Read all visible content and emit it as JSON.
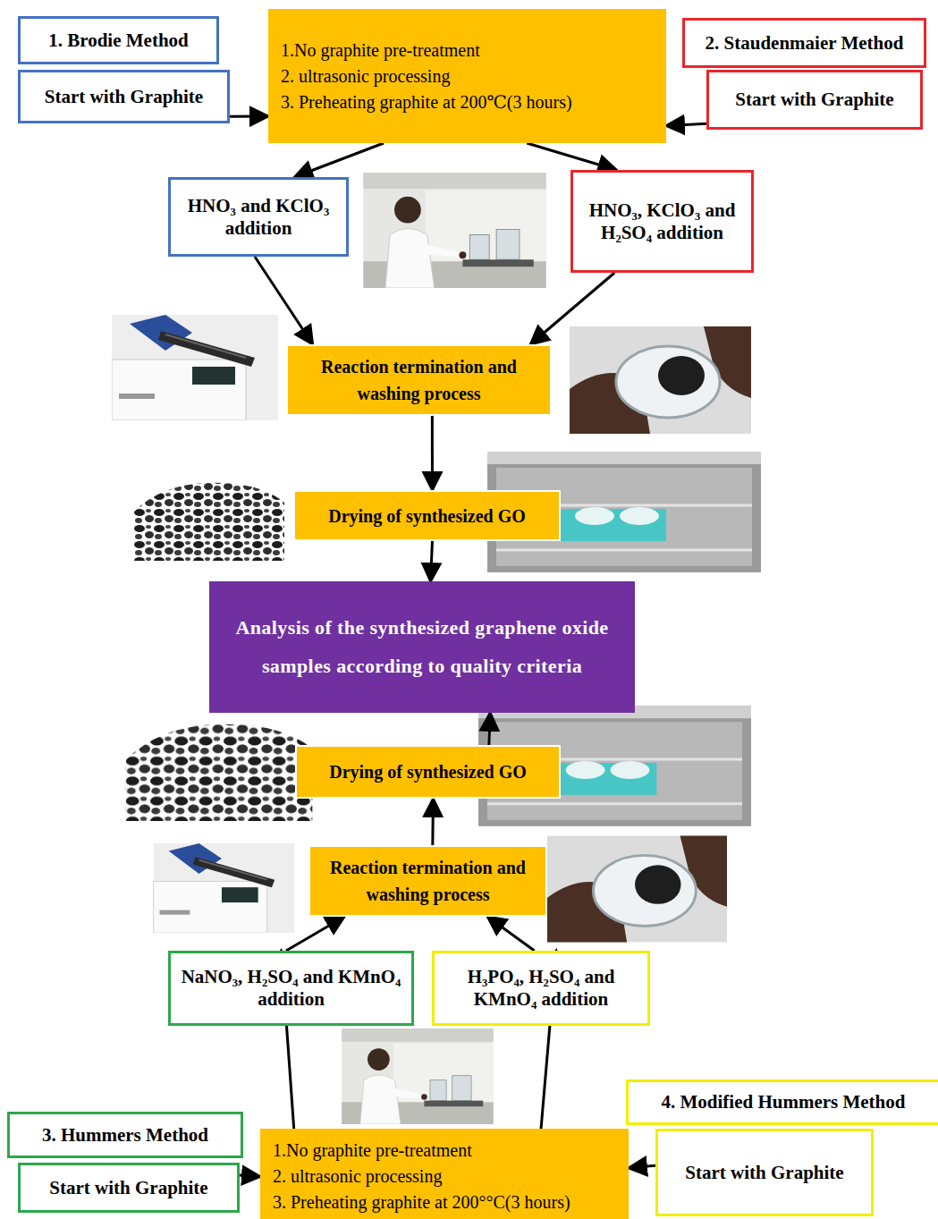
{
  "diagram": {
    "nodes": [
      {
        "text": [
          "1. Brodie Method"
        ]
      },
      {
        "text": [
          "Start with Graphite"
        ]
      },
      {
        "text": [
          "1.No graphite pre-treatment",
          "2. ultrasonic processing",
          "3. Preheating graphite at 200℃(3 hours)"
        ]
      },
      {
        "text": [
          "2. Staudenmaier Method"
        ]
      },
      {
        "text": [
          "Start with Graphite"
        ]
      },
      {
        "text": [
          "HNO₃ and KClO₃ addition"
        ]
      },
      {
        "text": [
          "HNO₃, KClO₃ and H₂SO₄ addition"
        ]
      },
      {
        "text": [
          "Reaction termination and washing process"
        ]
      },
      {
        "text": [
          "Drying of synthesized GO"
        ]
      },
      {
        "text": [
          "Analysis of the synthesized graphene oxide samples according to quality criteria"
        ]
      },
      {
        "text": [
          "Drying of synthesized GO"
        ]
      },
      {
        "text": [
          "Reaction termination and washing process"
        ]
      },
      {
        "text": [
          "NaNO₃, H₂SO₄ and KMnO₄ addition"
        ]
      },
      {
        "text": [
          "H₃PO₄, H₂SO₄ and KMnO₄ addition"
        ]
      },
      {
        "text": [
          "3. Hummers Method"
        ]
      },
      {
        "text": [
          "Start with Graphite"
        ]
      },
      {
        "text": [
          "1.No graphite pre-treatment",
          "2. ultrasonic processing",
          "3. Preheating graphite at 200°°C(3 hours)"
        ]
      },
      {
        "text": [
          "4. Modified Hummers Method"
        ]
      },
      {
        "text": [
          "Start with Graphite"
        ]
      }
    ],
    "edges": [
      {
        "from": 1,
        "to": 2,
        "arrow": "to"
      },
      {
        "from": 4,
        "to": 2,
        "arrow": "to"
      },
      {
        "from": 2,
        "to": 5,
        "arrow": "to"
      },
      {
        "from": 2,
        "to": 6,
        "arrow": "to"
      },
      {
        "from": 5,
        "to": 7,
        "arrow": "to"
      },
      {
        "from": 6,
        "to": 7,
        "arrow": "to"
      },
      {
        "from": 7,
        "to": 8,
        "arrow": "to"
      },
      {
        "from": 8,
        "to": 9,
        "arrow": "to"
      },
      {
        "from": 10,
        "to": 9,
        "arrow": "to"
      },
      {
        "from": 11,
        "to": 10,
        "arrow": "to"
      },
      {
        "from": 12,
        "to": 11,
        "arrow": "to"
      },
      {
        "from": 13,
        "to": 11,
        "arrow": "to"
      },
      {
        "from": 16,
        "to": 12,
        "arrow": "to"
      },
      {
        "from": 16,
        "to": 13,
        "arrow": "to"
      },
      {
        "from": 15,
        "to": 16,
        "arrow": "to"
      },
      {
        "from": 18,
        "to": 16,
        "arrow": "to"
      }
    ]
  }
}
